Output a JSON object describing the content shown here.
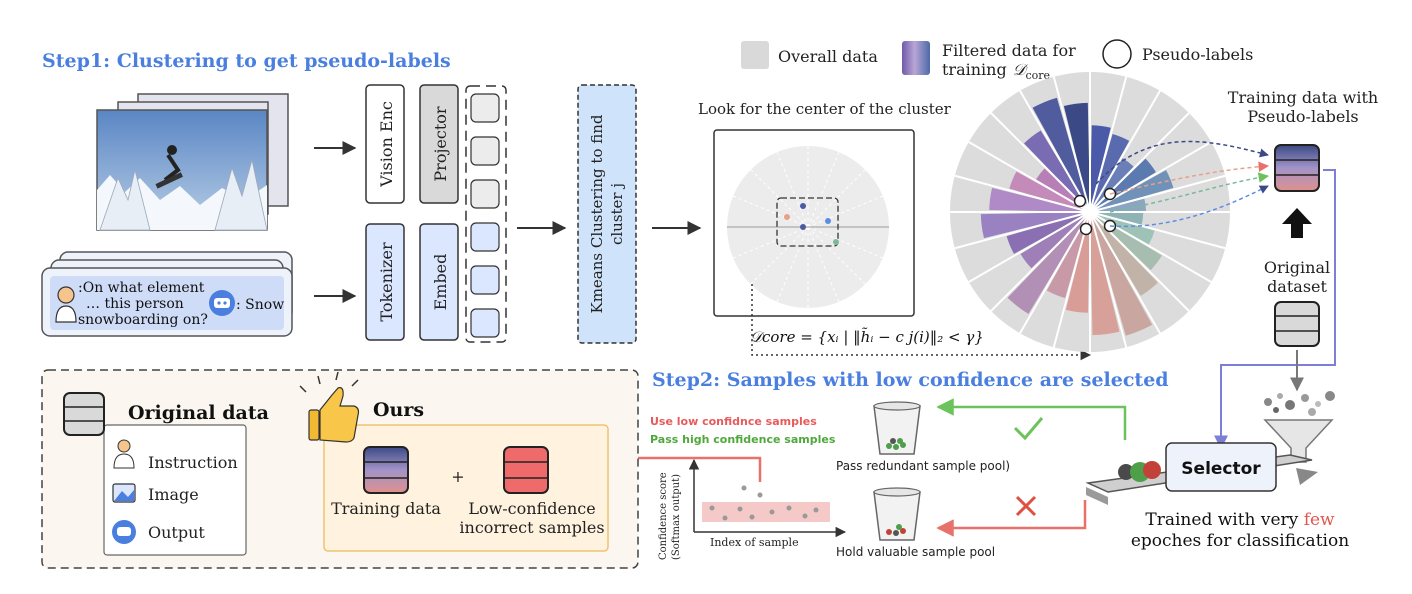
{
  "step1": {
    "title": "Step1: Clustering to get pseudo-labels"
  },
  "step2": {
    "title": "Step2: Samples with low confidence are selected"
  },
  "legend": {
    "overall": "Overall data",
    "filtered_line1": "Filtered data for",
    "filtered_line2": "training",
    "filtered_symbol": "𝒟",
    "filtered_sub": "core",
    "pseudo": "Pseudo-labels"
  },
  "dialog": {
    "question_line1": ":On what element",
    "question_line2": "… this person",
    "question_line3": "snowboarding on?",
    "answer": ": Snow"
  },
  "modules": {
    "vision_enc": "Vision Enc",
    "projector": "Projector",
    "tokenizer": "Tokenizer",
    "embed": "Embed",
    "kmeans_line1": "Kmeans Clustering to find",
    "kmeans_line2": "cluster j"
  },
  "cluster": {
    "title": "Look for the center of the cluster",
    "formula": "𝒟core = {xᵢ | ‖h̃ᵢ − c j(i)‖₂ < γ}"
  },
  "right": {
    "training_line1": "Training data with",
    "training_line2": "Pseudo-labels",
    "original_line1": "Original",
    "original_line2": "dataset",
    "selector": "Selector",
    "trained_line1_a": "Trained with very ",
    "trained_line1_b": "few",
    "trained_line2": "epoches for classification"
  },
  "legend_box": {
    "original_data": "Original data",
    "instruction": "Instruction",
    "image": "Image",
    "output": "Output",
    "ours": "Ours",
    "training_data": "Training data",
    "plus": "+",
    "low_conf_line1": "Low-confidence",
    "low_conf_line2": "incorrect samples"
  },
  "step2_area": {
    "use_low": "Use low confidnce samples",
    "pass_high": "Pass high confidence samples",
    "y_axis_line1": "Confidence score",
    "y_axis_line2": "(Softmax output)",
    "x_axis": "Index of sample",
    "pass_pool": "Pass redundant sample pool)",
    "hold_pool": "Hold valuable sample pool"
  },
  "colors": {
    "step_title": "#4a7fe0",
    "module_blue_fill": "#dbe6ff",
    "module_blue_stroke": "#6a7fc8",
    "module_gray_fill": "#d9d9d9",
    "arrow_green": "#6cc35c",
    "arrow_red": "#e8716a",
    "arrow_purple": "#7d7fd6",
    "red_word": "#e0574c",
    "low_red": "#e85a5a",
    "high_green": "#4fa83a",
    "ours_fill": "#fff3df",
    "ours_stroke": "#f0c36e",
    "legend_bg": "#fbf7f0"
  }
}
